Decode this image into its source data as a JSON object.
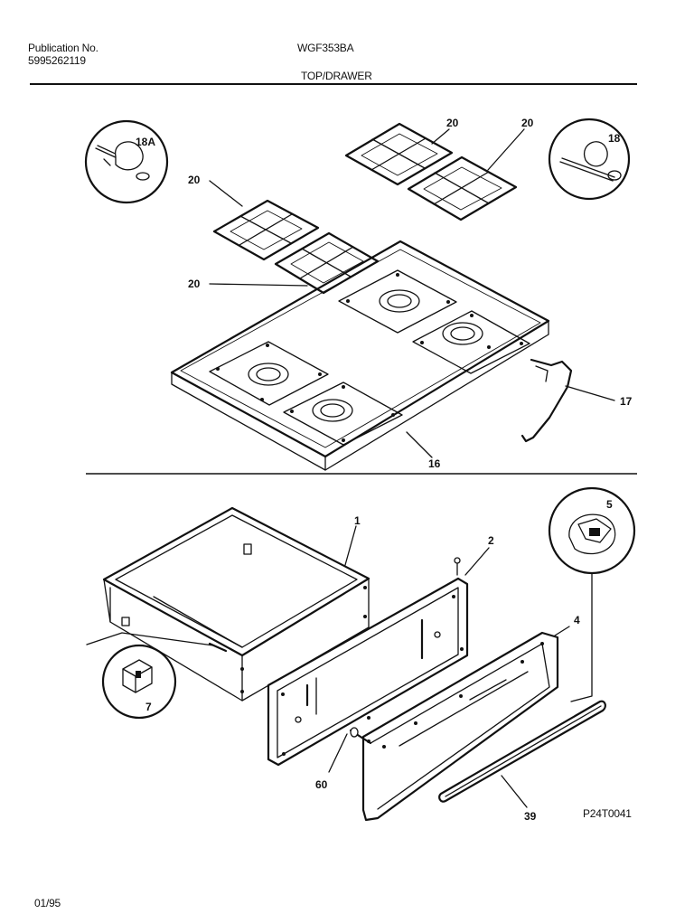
{
  "header": {
    "publication_label": "Publication No.",
    "publication_number": "5995262119",
    "model": "WGF353BA",
    "section_title": "TOP/DRAWER"
  },
  "footer": {
    "date": "01/95",
    "reference": "P24T0041"
  },
  "callouts": {
    "grate_a": "20",
    "grate_b": "20",
    "grate_c": "20",
    "grate_d": "20",
    "cap_left": "18A",
    "cap_right": "18",
    "cooktop": "16",
    "rod": "17",
    "drawer": "1",
    "drawer_front": "2",
    "trim": "4",
    "knob": "5",
    "clip": "7",
    "screw": "60",
    "handle": "39"
  }
}
